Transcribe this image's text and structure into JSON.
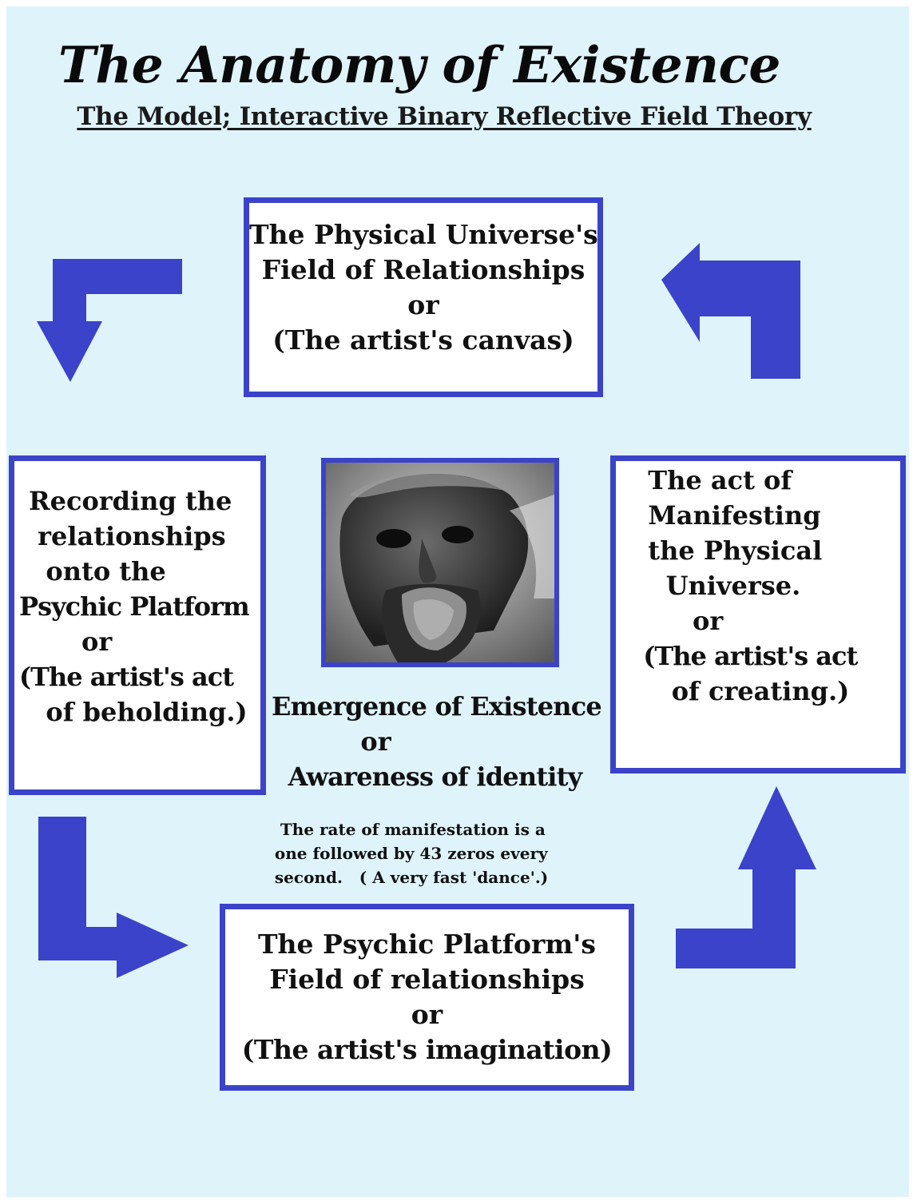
{
  "header": {
    "title": "The Anatomy of Existence",
    "subtitle": "The Model; Interactive Binary Reflective Field Theory"
  },
  "boxes": {
    "top": [
      "The Physical Universe's",
      "Field of Relationships",
      "or",
      "(The artist's canvas)"
    ],
    "left": [
      "Recording the",
      " relationships",
      "   onto the",
      "Psychic Platform",
      "       or",
      "",
      "(The artist's act",
      "   of beholding.)"
    ],
    "right": [
      "  The act of",
      "  Manifesting",
      "  the Physical",
      "    Universe.",
      "       or",
      "",
      "  (The artist's act",
      "     of creating.)"
    ],
    "bottom": [
      "The Psychic Platform's",
      "Field of relationships",
      "or",
      "(The artist's imagination)"
    ]
  },
  "center": [
    "Emergence of Existence",
    "          or",
    "  Awareness of identity"
  ],
  "note": [
    "   The rate of manifestation is a",
    "  one followed by 43 zeros every",
    "  second.   ( A very fast 'dance'.)"
  ],
  "colors": {
    "accent": "#3a43c9",
    "background": "#dff3fb"
  },
  "image": {
    "subject": "thinker-sculpture-photo"
  },
  "flow": [
    "physical-universe-field",
    "recording-onto-psychic-platform",
    "psychic-platform-field",
    "manifesting-physical-universe"
  ]
}
